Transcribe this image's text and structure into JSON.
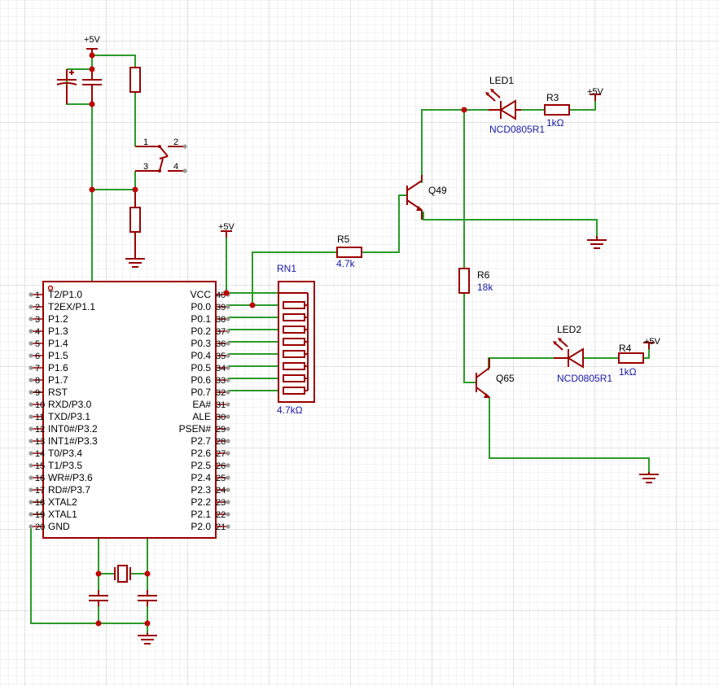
{
  "supply": {
    "label": "+5V"
  },
  "mcu": {
    "left_pins": [
      "T2/P1.0",
      "T2EX/P1.1",
      "P1.2",
      "P1.3",
      "P1.4",
      "P1.5",
      "P1.6",
      "P1.7",
      "RST",
      "RXD/P3.0",
      "TXD/P3.1",
      "INT0#/P3.2",
      "INT1#/P3.3",
      "T0/P3.4",
      "T1/P3.5",
      "WR#/P3.6",
      "RD#/P3.7",
      "XTAL2",
      "XTAL1",
      "GND"
    ],
    "left_nums": [
      "1",
      "2",
      "3",
      "4",
      "5",
      "6",
      "7",
      "8",
      "9",
      "10",
      "11",
      "12",
      "13",
      "14",
      "15",
      "16",
      "17",
      "18",
      "19",
      "20"
    ],
    "right_pins": [
      "VCC",
      "P0.0",
      "P0.1",
      "P0.2",
      "P0.3",
      "P0.4",
      "P0.5",
      "P0.6",
      "P0.7",
      "EA#",
      "ALE",
      "PSEN#",
      "P2.7",
      "P2.6",
      "P2.5",
      "P2.4",
      "P2.3",
      "P2.2",
      "P2.1",
      "P2.0"
    ],
    "right_nums": [
      "40",
      "39",
      "38",
      "37",
      "36",
      "35",
      "34",
      "33",
      "32",
      "31",
      "30",
      "29",
      "28",
      "27",
      "26",
      "25",
      "24",
      "23",
      "22",
      "21"
    ]
  },
  "reset_switch": {
    "pin1": "1",
    "pin2": "2",
    "pin3": "3",
    "pin4": "4"
  },
  "rn1": {
    "name": "RN1",
    "value": "4.7kΩ"
  },
  "r5": {
    "name": "R5",
    "value": "4.7k"
  },
  "r6": {
    "name": "R6",
    "value": "18k"
  },
  "r3": {
    "name": "R3",
    "value": "1kΩ"
  },
  "r4": {
    "name": "R4",
    "value": "1kΩ"
  },
  "led1": {
    "name": "LED1",
    "part": "NCD0805R1"
  },
  "led2": {
    "name": "LED2",
    "part": "NCD0805R1"
  },
  "q49": {
    "name": "Q49"
  },
  "q65": {
    "name": "Q65"
  },
  "colors": {
    "wire": "#2a9a2a",
    "component": "#9b0000",
    "label": "#1a1aaa",
    "junction": "#c00000"
  }
}
